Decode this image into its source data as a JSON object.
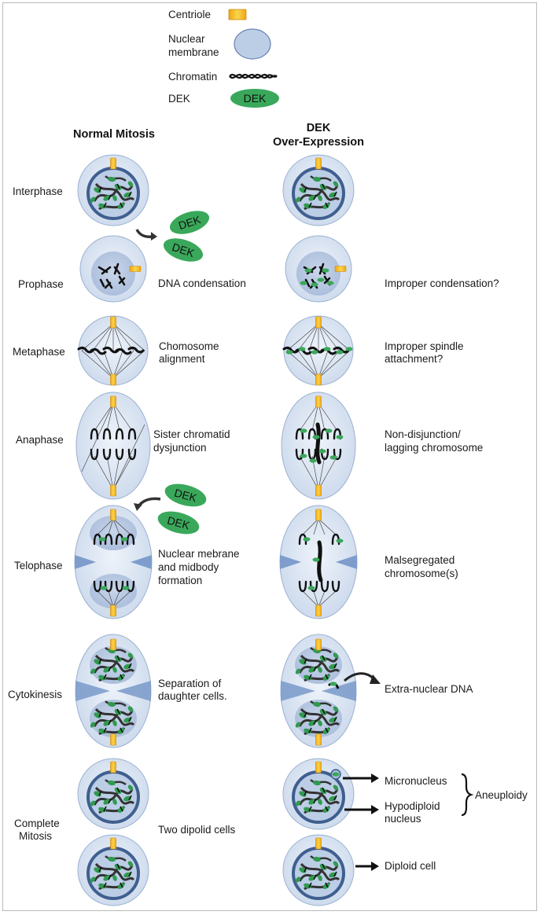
{
  "legend": {
    "centriole": "Centriole",
    "nuclear_membrane_1": "Nuclear",
    "nuclear_membrane_2": "membrane",
    "chromatin": "Chromatin",
    "dek": "DEK",
    "dek_badge": "DEK"
  },
  "columns": {
    "normal": "Normal Mitosis",
    "dek_1": "DEK",
    "dek_2": "Over-Expression"
  },
  "dek_badges": {
    "b1": "DEK",
    "b2": "DEK",
    "b3": "DEK",
    "b4": "DEK"
  },
  "phases": {
    "interphase": "Interphase",
    "prophase": "Prophase",
    "metaphase": "Metaphase",
    "anaphase": "Anaphase",
    "telophase": "Telophase",
    "cytokinesis": "Cytokinesis",
    "complete_1": "Complete",
    "complete_2": "Mitosis"
  },
  "normal_notes": {
    "prophase": "DNA  condensation",
    "metaphase_1": "Chomosome",
    "metaphase_2": "alignment",
    "anaphase_1": "Sister chromatid",
    "anaphase_2": "dysjunction",
    "telophase_1": "Nuclear mebrane",
    "telophase_2": "and midbody",
    "telophase_3": "formation",
    "cytokinesis_1": "Separation of",
    "cytokinesis_2": "daughter cells.",
    "complete": "Two dipolid cells"
  },
  "dek_notes": {
    "prophase": "Improper condensation?",
    "metaphase_1": "Improper spindle",
    "metaphase_2": "attachment?",
    "anaphase_1": "Non-disjunction/",
    "anaphase_2": "lagging chromosome",
    "telophase_1": "Malsegregated",
    "telophase_2": "chromosome(s)",
    "cytokinesis": "Extra-nuclear DNA",
    "micronucleus": "Micronucleus",
    "hypodiploid_1": "Hypodiploid",
    "hypodiploid_2": "nucleus",
    "aneuploidy": "Aneuploidy",
    "diploid": "Diploid cell"
  },
  "colors": {
    "cell": "#d6e3f1",
    "nucleus": "#3f5f8f",
    "nucleus_light": "#bccde6",
    "centriole": "#f3b21a",
    "dek": "#3aa85a",
    "chromatin": "#111111",
    "furrow": "#7e9dcc"
  }
}
